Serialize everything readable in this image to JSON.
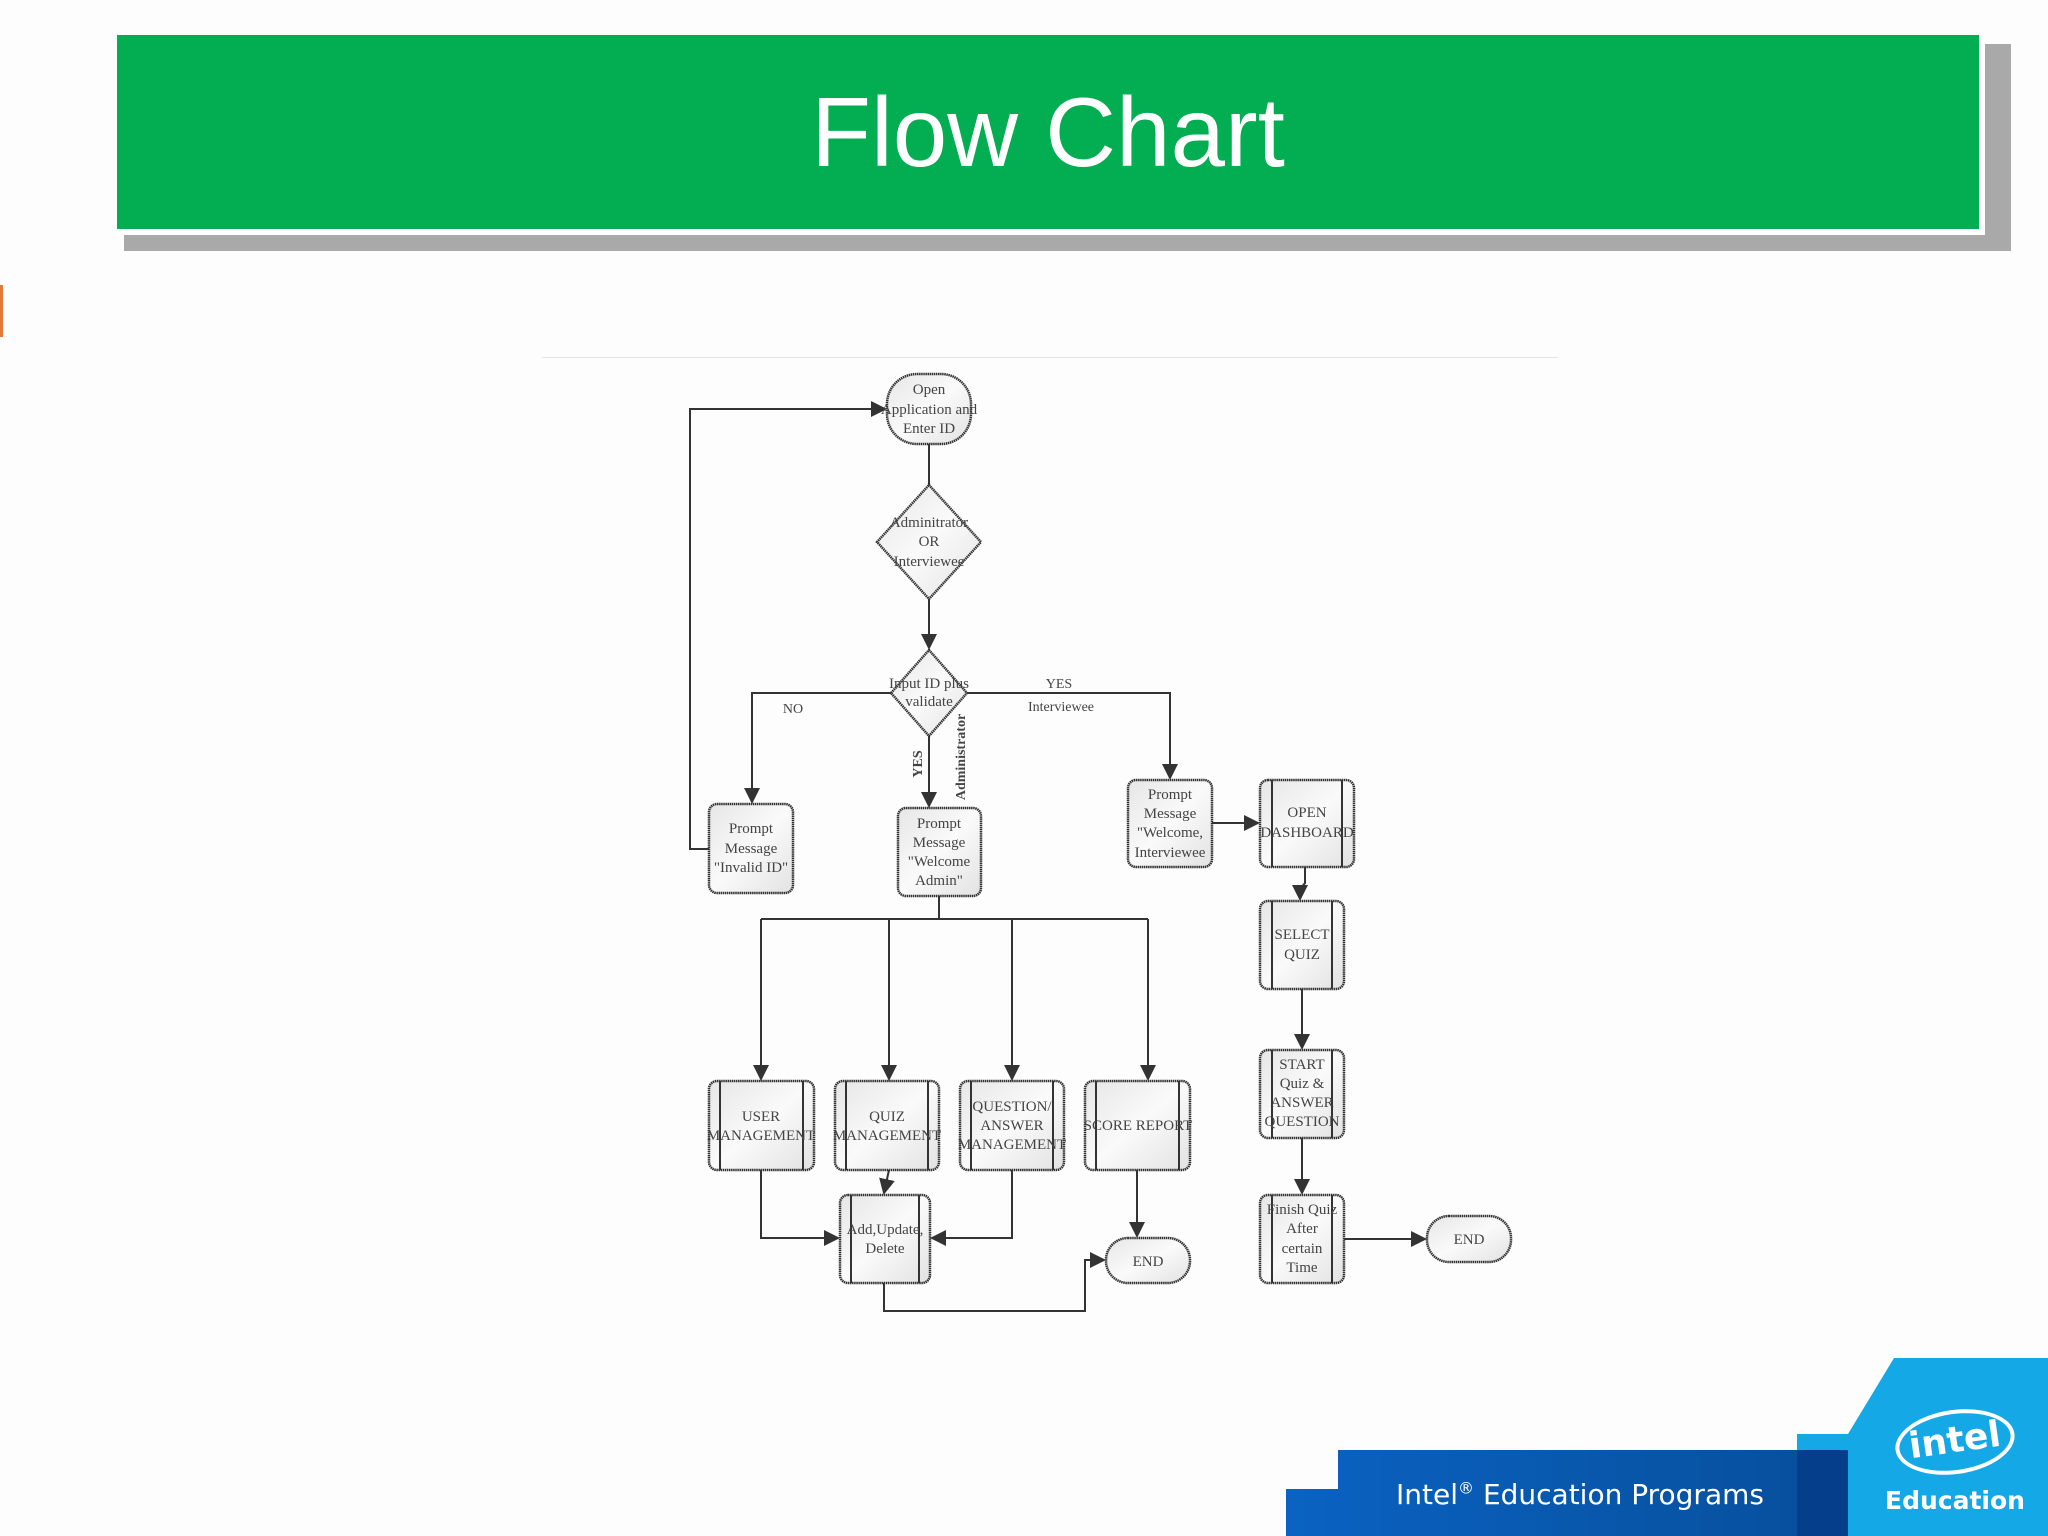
{
  "slide": {
    "title": "Flow Chart",
    "colors": {
      "banner": "#02ae51",
      "footer_blue": "#0a5cb8",
      "footer_cyan": "#14a9e6",
      "accent_tick": "#e07b39"
    }
  },
  "flow": {
    "nodes": {
      "open_app": [
        "Open",
        "Application and",
        "Enter ID"
      ],
      "admin_or_interviewee": [
        "Adminitrator",
        "OR",
        "Interviewee"
      ],
      "validate": [
        "Input ID plus",
        "validate"
      ],
      "invalid_id": [
        "Prompt",
        "Message",
        "\"Invalid ID\""
      ],
      "welcome_admin": [
        "Prompt",
        "Message",
        "\"Welcome",
        "Admin\""
      ],
      "welcome_interviewee": [
        "Prompt",
        "Message",
        "\"Welcome,",
        "Interviewee"
      ],
      "open_dashboard": [
        "OPEN",
        "DASHBOARD"
      ],
      "select_quiz": [
        "SELECT",
        "QUIZ"
      ],
      "start_quiz": [
        "START",
        "Quiz &",
        "ANSWER",
        "QUESTION"
      ],
      "finish_quiz": [
        "Finish Quiz",
        "After",
        "certain",
        "Time"
      ],
      "end_right": [
        "END"
      ],
      "user_mgmt": [
        "USER",
        "MANAGEMENT"
      ],
      "quiz_mgmt": [
        "QUIZ",
        "MANAGEMENT"
      ],
      "qa_mgmt": [
        "QUESTION/",
        "ANSWER",
        "MANAGEMENT"
      ],
      "score_report": [
        "SCORE REPORT"
      ],
      "add_update_delete": [
        "Add,Update,",
        "Delete"
      ],
      "end_mid": [
        "END"
      ]
    },
    "edge_labels": {
      "no": "NO",
      "yes_right": "YES",
      "interviewee": "Interviewee",
      "yes_down": "YES",
      "administrator": "Administrator"
    }
  },
  "footer": {
    "brand": "Intel",
    "registered": "®",
    "programs": "Education Programs",
    "logo_text": "intel",
    "logo_sub": "Education"
  }
}
